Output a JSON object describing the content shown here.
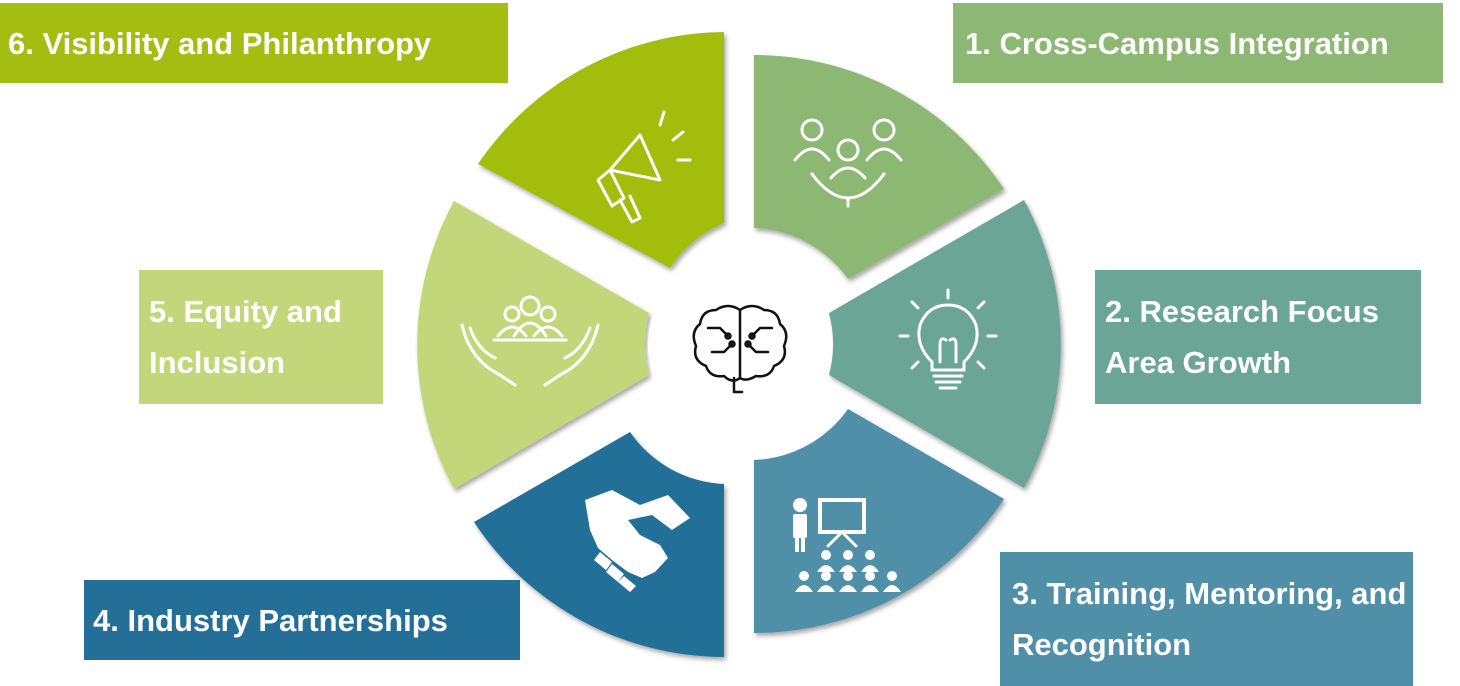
{
  "segments": [
    {
      "id": 1,
      "label": "1. Cross-Campus Integration",
      "icon": "people-connected-icon",
      "color": "#8db873"
    },
    {
      "id": 2,
      "label": "2. Research Focus Area Growth",
      "icon": "lightbulb-icon",
      "color": "#6aa595"
    },
    {
      "id": 3,
      "label": "3. Training, Mentoring, and Recognition",
      "icon": "presentation-audience-icon",
      "color": "#4f8fa8"
    },
    {
      "id": 4,
      "label": "4. Industry Partnerships",
      "icon": "handshake-icon",
      "color": "#246f98"
    },
    {
      "id": 5,
      "label": "5. Equity and Inclusion",
      "icon": "hands-holding-people-icon",
      "color": "#c3d77a"
    },
    {
      "id": 6,
      "label": "6. Visibility and Philanthropy",
      "icon": "megaphone-icon",
      "color": "#a3bd10"
    }
  ],
  "center": {
    "icon": "brain-circuit-icon"
  },
  "colors": {
    "background": "#ffffff",
    "label_text": "#ffffff"
  }
}
